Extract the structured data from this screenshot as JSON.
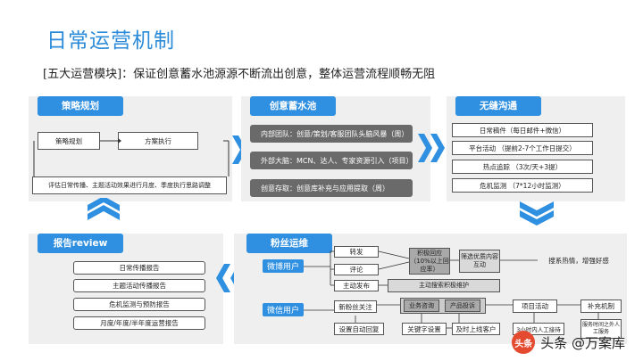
{
  "title": "日常运营机制",
  "subtitle": "[五大运营模块]：保证创意蓄水池源源不断流出创意，整体运营流程顺畅无阻",
  "strategy": {
    "header": "策略规划",
    "plan": "策略规划",
    "execute": "方案执行",
    "evaluate": "评估日常传播、主题活动效果进行月度、季度执行思路调整"
  },
  "pool": {
    "header": "创意蓄水池",
    "items": [
      "内部团队：创意/策划/客服团队头脑风暴（周）",
      "外部大脑：MCN、达人、专家资源引入（项目）",
      "创意存取：创意库补充与应用提取（周）"
    ]
  },
  "comm": {
    "header": "无缝沟通",
    "items": [
      "日常稿件（每日邮件+微信）",
      "平台活动 （提前2-7个工作日提交）",
      "热点追踪 （3次/天+3提）",
      "危机监测 （7*12小时监测）"
    ]
  },
  "report": {
    "header": "报告review",
    "items": [
      "日常传播报告",
      "主题活动传播报告",
      "危机监测与预防报告",
      "月度/年度/半年度运营报告"
    ]
  },
  "fans": {
    "header": "粉丝运维",
    "weibo": "微博用户",
    "wechat": "微信用户",
    "forward": "转发",
    "comment": "评论",
    "post": "主动发布",
    "positive": "积极回应（10%以上回应率）",
    "select": "筛选优质内容互动",
    "feedback": "搜系热情，增强好感",
    "search": "主动搜索积极维护",
    "follow": "新粉丝关注",
    "biz": "业务咨询",
    "complaint": "产品投诉",
    "project": "项目活动",
    "supplement": "补充机制",
    "autoreply": "设置自动回复",
    "keyword": "关键字设置",
    "online": "及时上线客户",
    "manual3h": "3小时内人工接待",
    "manual_adv": "服务时间之外人工服务"
  },
  "watermark": "头条 @万案库",
  "watermark_logo": "头条"
}
